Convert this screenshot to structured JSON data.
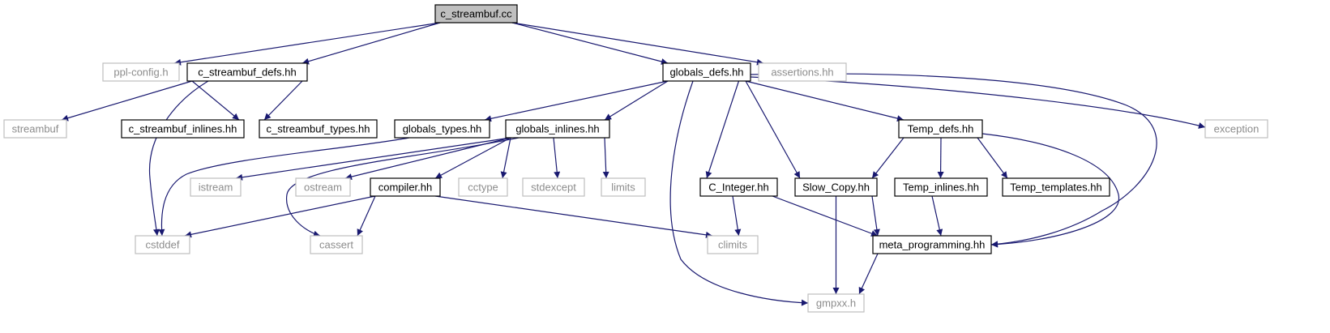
{
  "diagram": {
    "edge_color": "#191970",
    "root_fill": "#bfbfbf",
    "internal_border": "#000000",
    "external_border": "#bfbfbf",
    "external_text": "#8c8c8c",
    "nodes": [
      {
        "id": "c_streambuf_cc",
        "label": "c_streambuf.cc",
        "kind": "root"
      },
      {
        "id": "ppl_config_h",
        "label": "ppl-config.h",
        "kind": "external"
      },
      {
        "id": "c_streambuf_defs_hh",
        "label": "c_streambuf_defs.hh",
        "kind": "internal"
      },
      {
        "id": "globals_defs_hh",
        "label": "globals_defs.hh",
        "kind": "internal"
      },
      {
        "id": "assertions_hh",
        "label": "assertions.hh",
        "kind": "external"
      },
      {
        "id": "streambuf",
        "label": "streambuf",
        "kind": "external"
      },
      {
        "id": "c_streambuf_inlines_hh",
        "label": "c_streambuf_inlines.hh",
        "kind": "internal"
      },
      {
        "id": "c_streambuf_types_hh",
        "label": "c_streambuf_types.hh",
        "kind": "internal"
      },
      {
        "id": "globals_types_hh",
        "label": "globals_types.hh",
        "kind": "internal"
      },
      {
        "id": "globals_inlines_hh",
        "label": "globals_inlines.hh",
        "kind": "internal"
      },
      {
        "id": "temp_defs_hh",
        "label": "Temp_defs.hh",
        "kind": "internal"
      },
      {
        "id": "exception",
        "label": "exception",
        "kind": "external"
      },
      {
        "id": "istream",
        "label": "istream",
        "kind": "external"
      },
      {
        "id": "ostream",
        "label": "ostream",
        "kind": "external"
      },
      {
        "id": "compiler_hh",
        "label": "compiler.hh",
        "kind": "internal"
      },
      {
        "id": "cctype",
        "label": "cctype",
        "kind": "external"
      },
      {
        "id": "stdexcept",
        "label": "stdexcept",
        "kind": "external"
      },
      {
        "id": "limits",
        "label": "limits",
        "kind": "external"
      },
      {
        "id": "c_integer_hh",
        "label": "C_Integer.hh",
        "kind": "internal"
      },
      {
        "id": "slow_copy_hh",
        "label": "Slow_Copy.hh",
        "kind": "internal"
      },
      {
        "id": "temp_inlines_hh",
        "label": "Temp_inlines.hh",
        "kind": "internal"
      },
      {
        "id": "temp_templates_hh",
        "label": "Temp_templates.hh",
        "kind": "internal"
      },
      {
        "id": "cstddef",
        "label": "cstddef",
        "kind": "external"
      },
      {
        "id": "cassert",
        "label": "cassert",
        "kind": "external"
      },
      {
        "id": "climits",
        "label": "climits",
        "kind": "external"
      },
      {
        "id": "meta_programming_hh",
        "label": "meta_programming.hh",
        "kind": "internal"
      },
      {
        "id": "gmpxx_h",
        "label": "gmpxx.h",
        "kind": "external"
      }
    ],
    "edges": [
      [
        "c_streambuf_cc",
        "ppl_config_h"
      ],
      [
        "c_streambuf_cc",
        "c_streambuf_defs_hh"
      ],
      [
        "c_streambuf_cc",
        "globals_defs_hh"
      ],
      [
        "c_streambuf_cc",
        "assertions_hh"
      ],
      [
        "c_streambuf_defs_hh",
        "streambuf"
      ],
      [
        "c_streambuf_defs_hh",
        "c_streambuf_inlines_hh"
      ],
      [
        "c_streambuf_defs_hh",
        "c_streambuf_types_hh"
      ],
      [
        "c_streambuf_defs_hh",
        "cstddef"
      ],
      [
        "globals_defs_hh",
        "globals_types_hh"
      ],
      [
        "globals_defs_hh",
        "globals_inlines_hh"
      ],
      [
        "globals_defs_hh",
        "temp_defs_hh"
      ],
      [
        "globals_defs_hh",
        "exception"
      ],
      [
        "globals_defs_hh",
        "c_integer_hh"
      ],
      [
        "globals_defs_hh",
        "slow_copy_hh"
      ],
      [
        "globals_defs_hh",
        "meta_programming_hh"
      ],
      [
        "globals_defs_hh",
        "gmpxx_h"
      ],
      [
        "globals_types_hh",
        "cstddef"
      ],
      [
        "globals_inlines_hh",
        "istream"
      ],
      [
        "globals_inlines_hh",
        "ostream"
      ],
      [
        "globals_inlines_hh",
        "compiler_hh"
      ],
      [
        "globals_inlines_hh",
        "cctype"
      ],
      [
        "globals_inlines_hh",
        "stdexcept"
      ],
      [
        "globals_inlines_hh",
        "limits"
      ],
      [
        "globals_inlines_hh",
        "cassert"
      ],
      [
        "compiler_hh",
        "cstddef"
      ],
      [
        "compiler_hh",
        "cassert"
      ],
      [
        "compiler_hh",
        "climits"
      ],
      [
        "temp_defs_hh",
        "slow_copy_hh"
      ],
      [
        "temp_defs_hh",
        "temp_inlines_hh"
      ],
      [
        "temp_defs_hh",
        "temp_templates_hh"
      ],
      [
        "temp_defs_hh",
        "meta_programming_hh"
      ],
      [
        "c_integer_hh",
        "climits"
      ],
      [
        "c_integer_hh",
        "meta_programming_hh"
      ],
      [
        "slow_copy_hh",
        "meta_programming_hh"
      ],
      [
        "slow_copy_hh",
        "gmpxx_h"
      ],
      [
        "temp_inlines_hh",
        "meta_programming_hh"
      ],
      [
        "meta_programming_hh",
        "gmpxx_h"
      ]
    ]
  }
}
